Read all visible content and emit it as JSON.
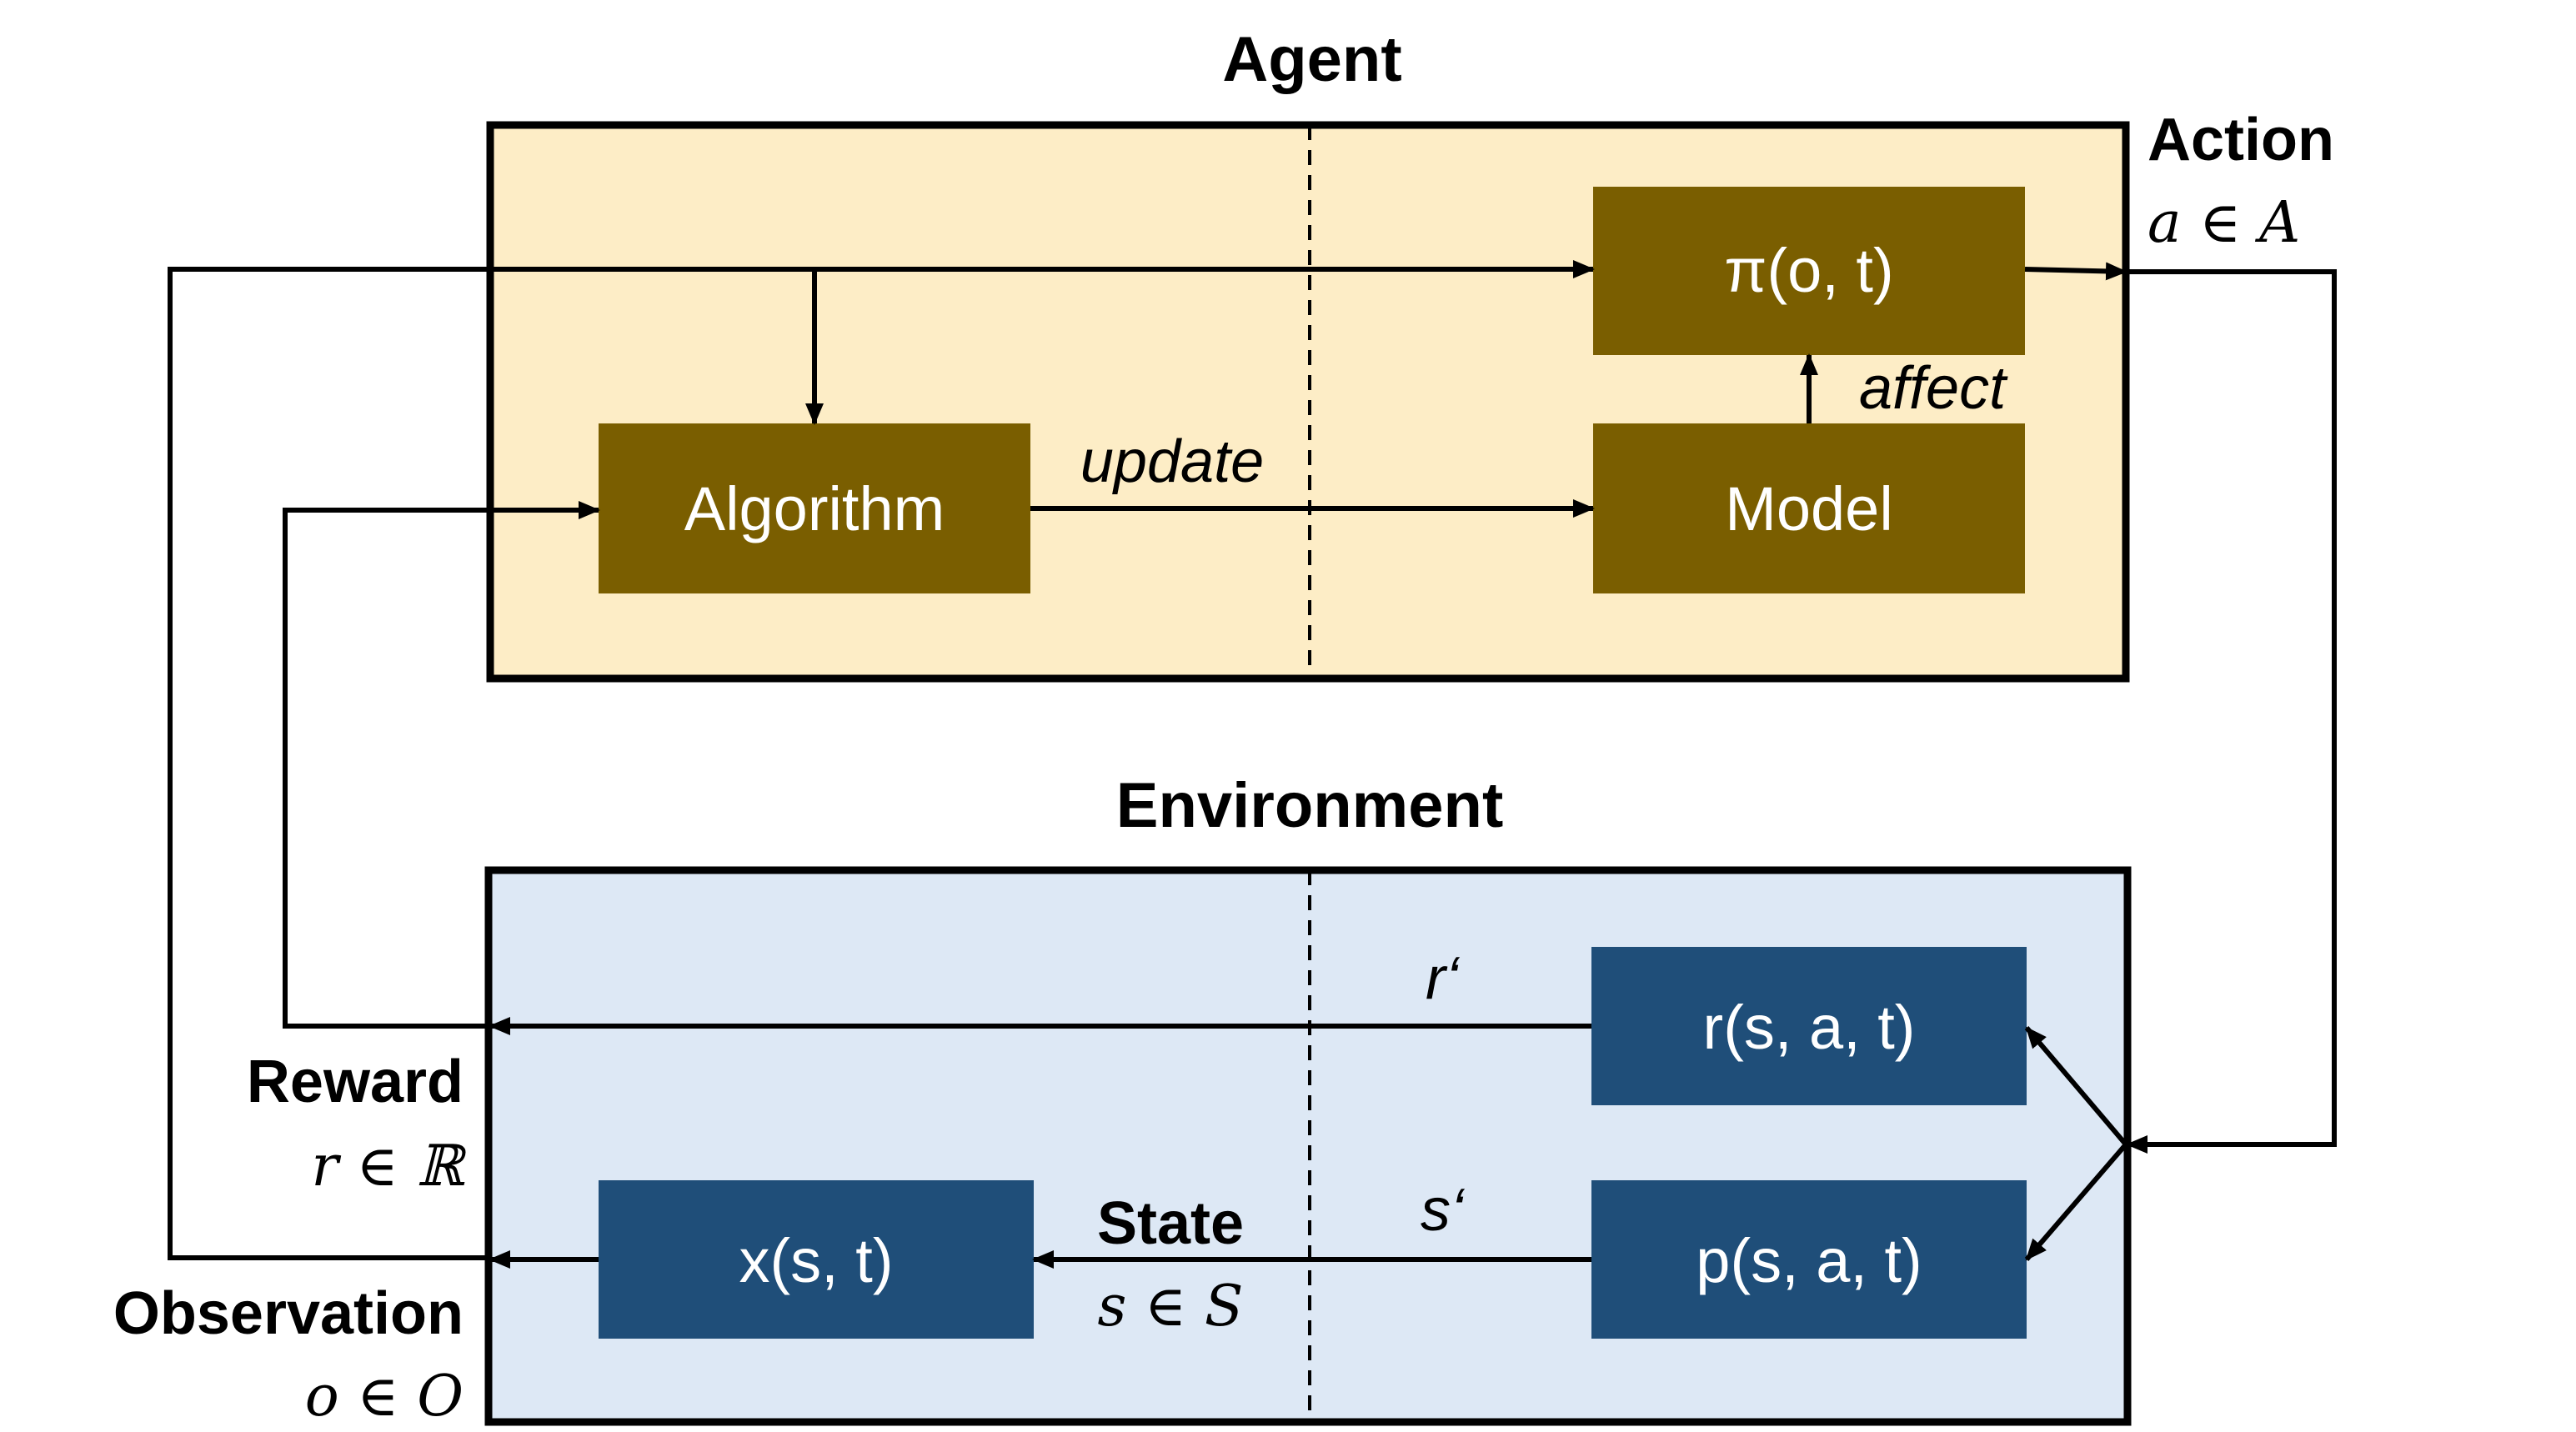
{
  "agent": {
    "title": "Agent",
    "colors": {
      "fill": "#fdedc6",
      "block": "#7a5e00"
    },
    "blocks": {
      "policy": "π(o, t)",
      "algorithm": "Algorithm",
      "model": "Model"
    },
    "edge_labels": {
      "update": "update",
      "affect": "affect"
    }
  },
  "environment": {
    "title": "Environment",
    "colors": {
      "fill": "#dde8f5",
      "block": "#1f4e79"
    },
    "blocks": {
      "reward_fn": "r(s, a, t)",
      "transition_fn": "p(s, a, t)",
      "observation_fn": "x(s, t)"
    },
    "edge_labels": {
      "r_prime": "r‘",
      "s_prime": "s‘"
    }
  },
  "labels": {
    "action": {
      "name": "Action",
      "math": "a ∈ A"
    },
    "reward": {
      "name": "Reward",
      "math": "r ∈ ℝ"
    },
    "state": {
      "name": "State",
      "math": "s ∈ S"
    },
    "observation": {
      "name": "Observation",
      "math": "o ∈ O"
    }
  }
}
